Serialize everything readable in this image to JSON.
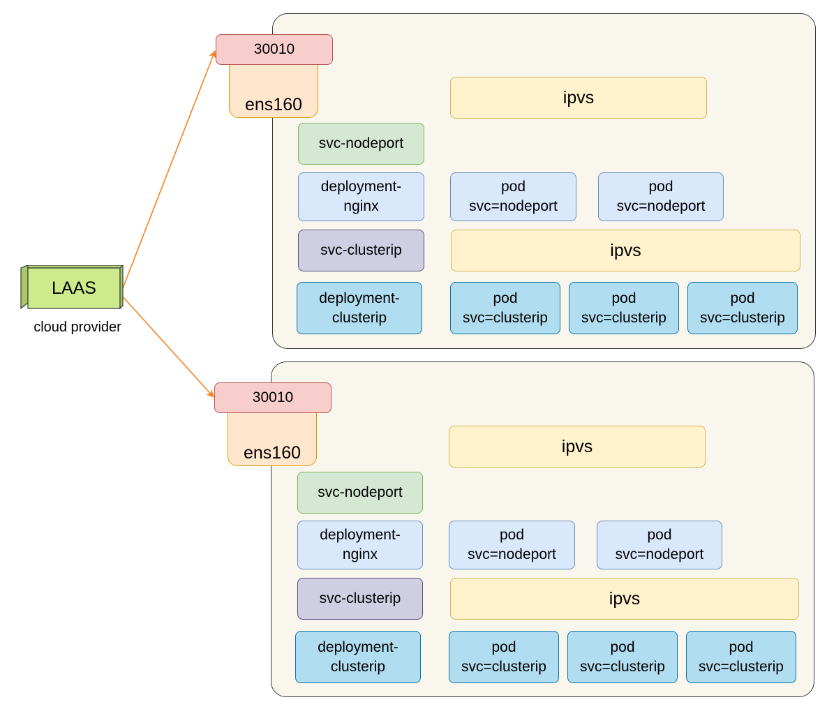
{
  "colors": {
    "edge": "#f58220",
    "laas_front": "#cdeb8b",
    "laas_side": "#a8c96a",
    "laas_top": "#b9d97a",
    "laas_stroke": "#36393d"
  },
  "laas": {
    "label": "LAAS",
    "caption": "cloud provider"
  },
  "nodes": [
    {
      "port": "30010",
      "iface": "ens160",
      "ipvs_top": "ipvs",
      "svc_nodeport": "svc-nodeport",
      "deployment_nginx": "deployment-\nnginx",
      "svc_clusterip": "svc-clusterip",
      "deployment_clusterip": "deployment-\nclusterip",
      "nodeport_pods": [
        "pod\nsvc=nodeport",
        "pod\nsvc=nodeport"
      ],
      "ipvs_bottom": "ipvs",
      "clusterip_pods": [
        "pod\nsvc=clusterip",
        "pod\nsvc=clusterip",
        "pod\nsvc=clusterip"
      ]
    },
    {
      "port": "30010",
      "iface": "ens160",
      "ipvs_top": "ipvs",
      "svc_nodeport": "svc-nodeport",
      "deployment_nginx": "deployment-\nnginx",
      "svc_clusterip": "svc-clusterip",
      "deployment_clusterip": "deployment-\nclusterip",
      "nodeport_pods": [
        "pod\nsvc=nodeport",
        "pod\nsvc=nodeport"
      ],
      "ipvs_bottom": "ipvs",
      "clusterip_pods": [
        "pod\nsvc=clusterip",
        "pod\nsvc=clusterip",
        "pod\nsvc=clusterip"
      ]
    }
  ]
}
